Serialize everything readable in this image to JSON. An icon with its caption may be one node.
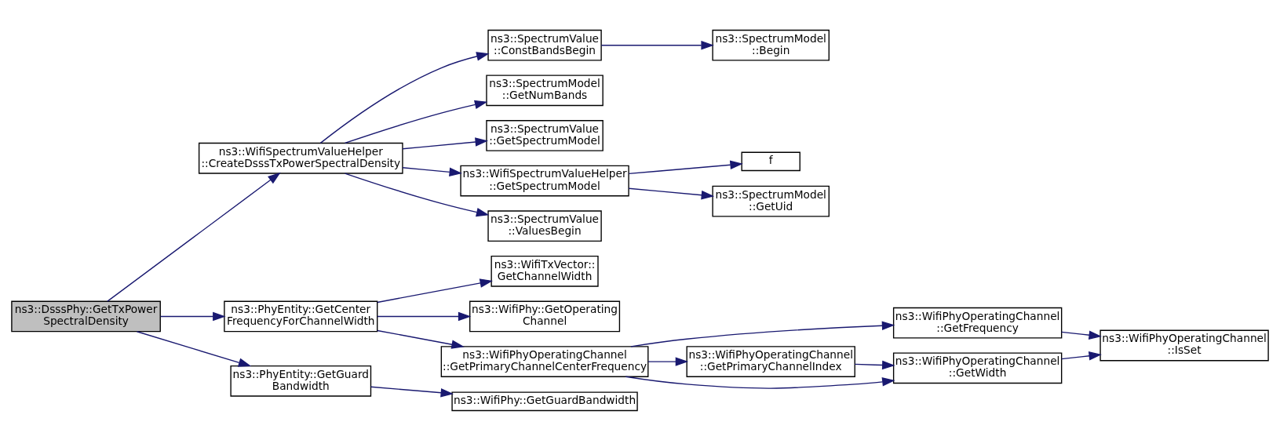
{
  "diagram": {
    "nodes": [
      {
        "text": [
          "ns3::DsssPhy::GetTxPower SpectralDensity"
        ]
      },
      {
        "text": [
          "ns3::WifiSpectrumValueHelper ::CreateDsssTxPowerSpectralDensity"
        ]
      },
      {
        "text": [
          "ns3::PhyEntity::GetCenter FrequencyForChannelWidth"
        ]
      },
      {
        "text": [
          "ns3::PhyEntity::GetGuard Bandwidth"
        ]
      },
      {
        "text": [
          "ns3::SpectrumValue ::ConstBandsBegin"
        ]
      },
      {
        "text": [
          "ns3::SpectrumModel ::GetNumBands"
        ]
      },
      {
        "text": [
          "ns3::SpectrumValue ::GetSpectrumModel"
        ]
      },
      {
        "text": [
          "ns3::WifiSpectrumValueHelper ::GetSpectrumModel"
        ]
      },
      {
        "text": [
          "ns3::SpectrumValue ::ValuesBegin"
        ]
      },
      {
        "text": [
          "ns3::SpectrumModel ::Begin"
        ]
      },
      {
        "text": [
          "f"
        ]
      },
      {
        "text": [
          "ns3::SpectrumModel ::GetUid"
        ]
      },
      {
        "text": [
          "ns3::WifiTxVector:: GetChannelWidth"
        ]
      },
      {
        "text": [
          "ns3::WifiPhy::GetOperating Channel"
        ]
      },
      {
        "text": [
          "ns3::WifiPhyOperatingChannel ::GetPrimaryChannelCenterFrequency"
        ]
      },
      {
        "text": [
          "ns3::WifiPhy::GetGuardBandwidth"
        ]
      },
      {
        "text": [
          "ns3::WifiPhyOperatingChannel ::GetFrequency"
        ]
      },
      {
        "text": [
          "ns3::WifiPhyOperatingChannel ::GetPrimaryChannelIndex"
        ]
      },
      {
        "text": [
          "ns3::WifiPhyOperatingChannel ::GetWidth"
        ]
      },
      {
        "text": [
          "ns3::WifiPhyOperatingChannel ::IsSet"
        ]
      }
    ],
    "edges": [
      {
        "from": 0,
        "to": 1,
        "arrow": "to"
      },
      {
        "from": 0,
        "to": 2,
        "arrow": "to"
      },
      {
        "from": 0,
        "to": 3,
        "arrow": "to"
      },
      {
        "from": 1,
        "to": 4,
        "arrow": "to"
      },
      {
        "from": 1,
        "to": 5,
        "arrow": "to"
      },
      {
        "from": 1,
        "to": 6,
        "arrow": "to"
      },
      {
        "from": 1,
        "to": 7,
        "arrow": "to"
      },
      {
        "from": 1,
        "to": 8,
        "arrow": "to"
      },
      {
        "from": 4,
        "to": 9,
        "arrow": "to"
      },
      {
        "from": 7,
        "to": 10,
        "arrow": "to"
      },
      {
        "from": 7,
        "to": 11,
        "arrow": "to"
      },
      {
        "from": 2,
        "to": 12,
        "arrow": "to"
      },
      {
        "from": 2,
        "to": 13,
        "arrow": "to"
      },
      {
        "from": 2,
        "to": 14,
        "arrow": "to"
      },
      {
        "from": 3,
        "to": 15,
        "arrow": "to"
      },
      {
        "from": 14,
        "to": 16,
        "arrow": "to"
      },
      {
        "from": 14,
        "to": 17,
        "arrow": "to"
      },
      {
        "from": 14,
        "to": 18,
        "arrow": "to"
      },
      {
        "from": 17,
        "to": 18,
        "arrow": "to"
      },
      {
        "from": 16,
        "to": 19,
        "arrow": "to"
      },
      {
        "from": 18,
        "to": 19,
        "arrow": "to"
      }
    ]
  }
}
